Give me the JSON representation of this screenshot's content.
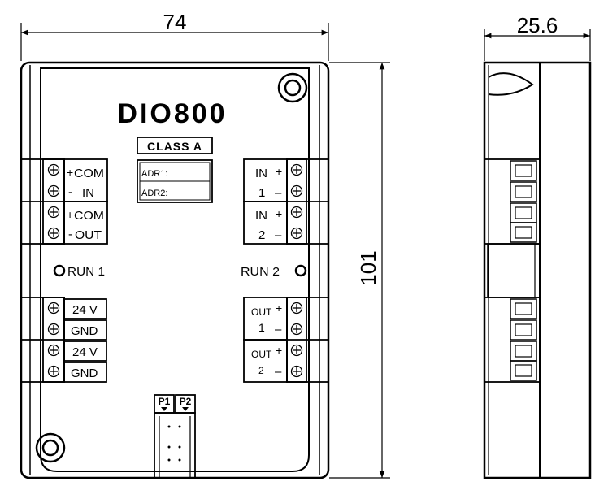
{
  "dimensions": {
    "width_label": "74",
    "height_label": "101",
    "depth_label": "25.6"
  },
  "front": {
    "model": "DIO800",
    "class_label": "CLASS A",
    "adr1_label": "ADR1:",
    "adr2_label": "ADR2:",
    "left_terminals": [
      {
        "sign": "+",
        "text": "COM"
      },
      {
        "sign": "-",
        "text": "IN"
      },
      {
        "sign": "+",
        "text": "COM"
      },
      {
        "sign": "-",
        "text": "OUT"
      }
    ],
    "right_in": [
      {
        "top": "IN",
        "top_sign": "+",
        "num": "1",
        "num_sign": "–"
      },
      {
        "top": "IN",
        "top_sign": "+",
        "num": "2",
        "num_sign": "–"
      }
    ],
    "right_out": [
      {
        "top": "OUT",
        "top_sign": "+",
        "num": "1",
        "num_sign": "–"
      },
      {
        "top": "OUT",
        "top_sign": "+",
        "num": "2",
        "num_sign": "–"
      }
    ],
    "run1": "RUN 1",
    "run2": "RUN 2",
    "power": [
      "24 V",
      "GND",
      "24 V",
      "GND"
    ],
    "p1": "P1",
    "p2": "P2"
  }
}
